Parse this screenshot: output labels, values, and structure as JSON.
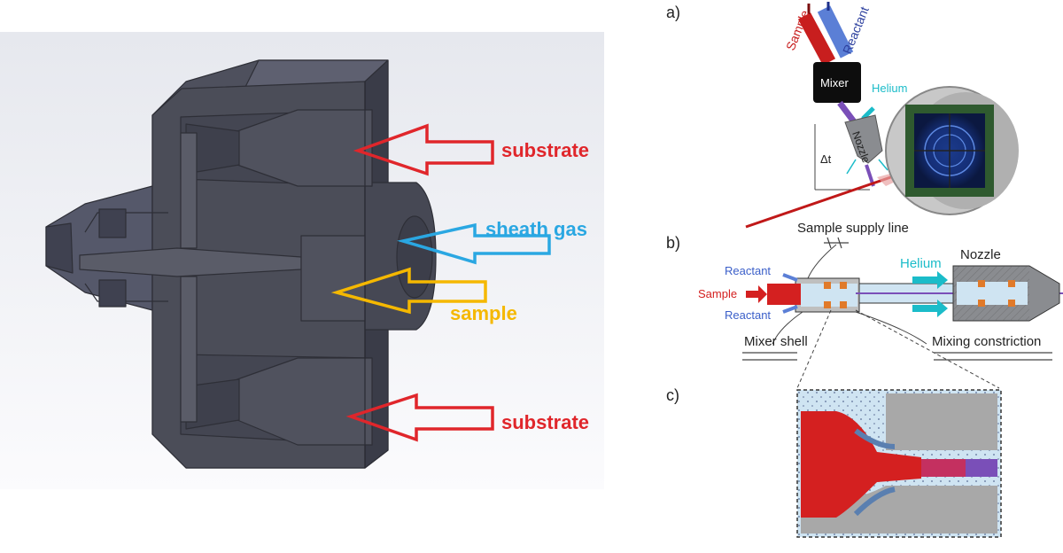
{
  "left_panel": {
    "labels": {
      "substrate_top": "substrate",
      "sheath_gas": "sheath gas",
      "sample": "sample",
      "substrate_bottom": "substrate"
    },
    "colors": {
      "substrate": "#e0262b",
      "sheath_gas": "#2aa7e2",
      "sample": "#f5b800",
      "body": "#4b4d58",
      "background_top": "#e6e8ee",
      "background_bottom": "#fafbfc"
    }
  },
  "right_panel": {
    "panel_a": {
      "letter": "a)",
      "sample": "Sample",
      "reactant": "Reactant",
      "mixer": "Mixer",
      "helium": "Helium",
      "nozzle": "Nozzle",
      "delta_t": "Δt"
    },
    "panel_b": {
      "letter": "b)",
      "sample_supply_line": "Sample supply line",
      "nozzle": "Nozzle",
      "reactant_top": "Reactant",
      "sample": "Sample",
      "reactant_bottom": "Reactant",
      "helium": "Helium",
      "mixer_shell": "Mixer shell",
      "mixing_constriction": "Mixing constriction"
    },
    "panel_c": {
      "letter": "c)"
    },
    "colors": {
      "sample_red": "#d42020",
      "reactant_blue": "#3b5fc9",
      "helium_cyan": "#1bbcc9",
      "nozzle_gray": "#8a8c90"
    }
  }
}
